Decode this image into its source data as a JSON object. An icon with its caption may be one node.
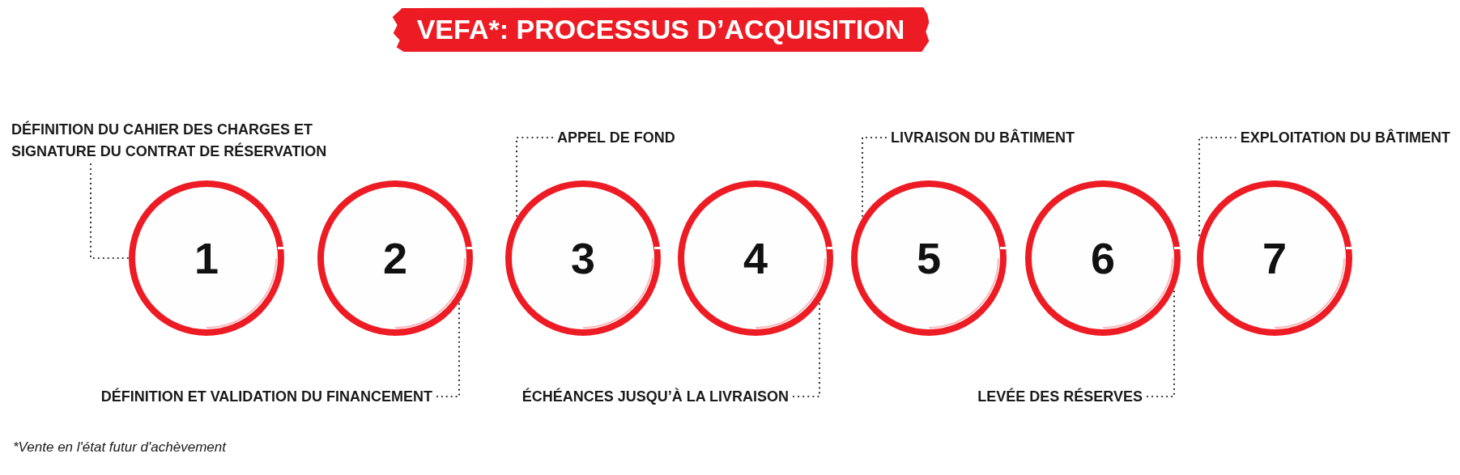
{
  "diagram": {
    "title": "VEFA*: PROCESSUS D’ACQUISITION",
    "nodes": [
      {
        "text": [
          "1"
        ]
      },
      {
        "text": [
          "2"
        ]
      },
      {
        "text": [
          "3"
        ]
      },
      {
        "text": [
          "4"
        ]
      },
      {
        "text": [
          "5"
        ]
      },
      {
        "text": [
          "6"
        ]
      },
      {
        "text": [
          "7"
        ]
      },
      {
        "text": [
          "DÉFINITION DU CAHIER DES CHARGES ET SIGNATURE DU CONTRAT DE RÉSERVATION"
        ]
      },
      {
        "text": [
          "DÉFINITION ET VALIDATION DU FINANCEMENT"
        ]
      },
      {
        "text": [
          "APPEL DE FOND"
        ]
      },
      {
        "text": [
          "ÉCHÉANCES JUSQU’À LA LIVRAISON"
        ]
      },
      {
        "text": [
          "LIVRAISON DU BÂTIMENT"
        ]
      },
      {
        "text": [
          "LEVÉE DES RÉSERVES"
        ]
      },
      {
        "text": [
          "EXPLOITATION DU BÂTIMENT"
        ]
      }
    ],
    "edges": [
      {
        "from": 7,
        "to": 0,
        "arrow": "none",
        "style": "dashed"
      },
      {
        "from": 8,
        "to": 1,
        "arrow": "none",
        "style": "dashed"
      },
      {
        "from": 9,
        "to": 2,
        "arrow": "none",
        "style": "dashed"
      },
      {
        "from": 10,
        "to": 3,
        "arrow": "none",
        "style": "dashed"
      },
      {
        "from": 11,
        "to": 4,
        "arrow": "none",
        "style": "dashed"
      },
      {
        "from": 12,
        "to": 5,
        "arrow": "none",
        "style": "dashed"
      },
      {
        "from": 13,
        "to": 6,
        "arrow": "none",
        "style": "dashed"
      }
    ],
    "labels": [
      "*Vente en l'état futur d'achèvement"
    ]
  }
}
